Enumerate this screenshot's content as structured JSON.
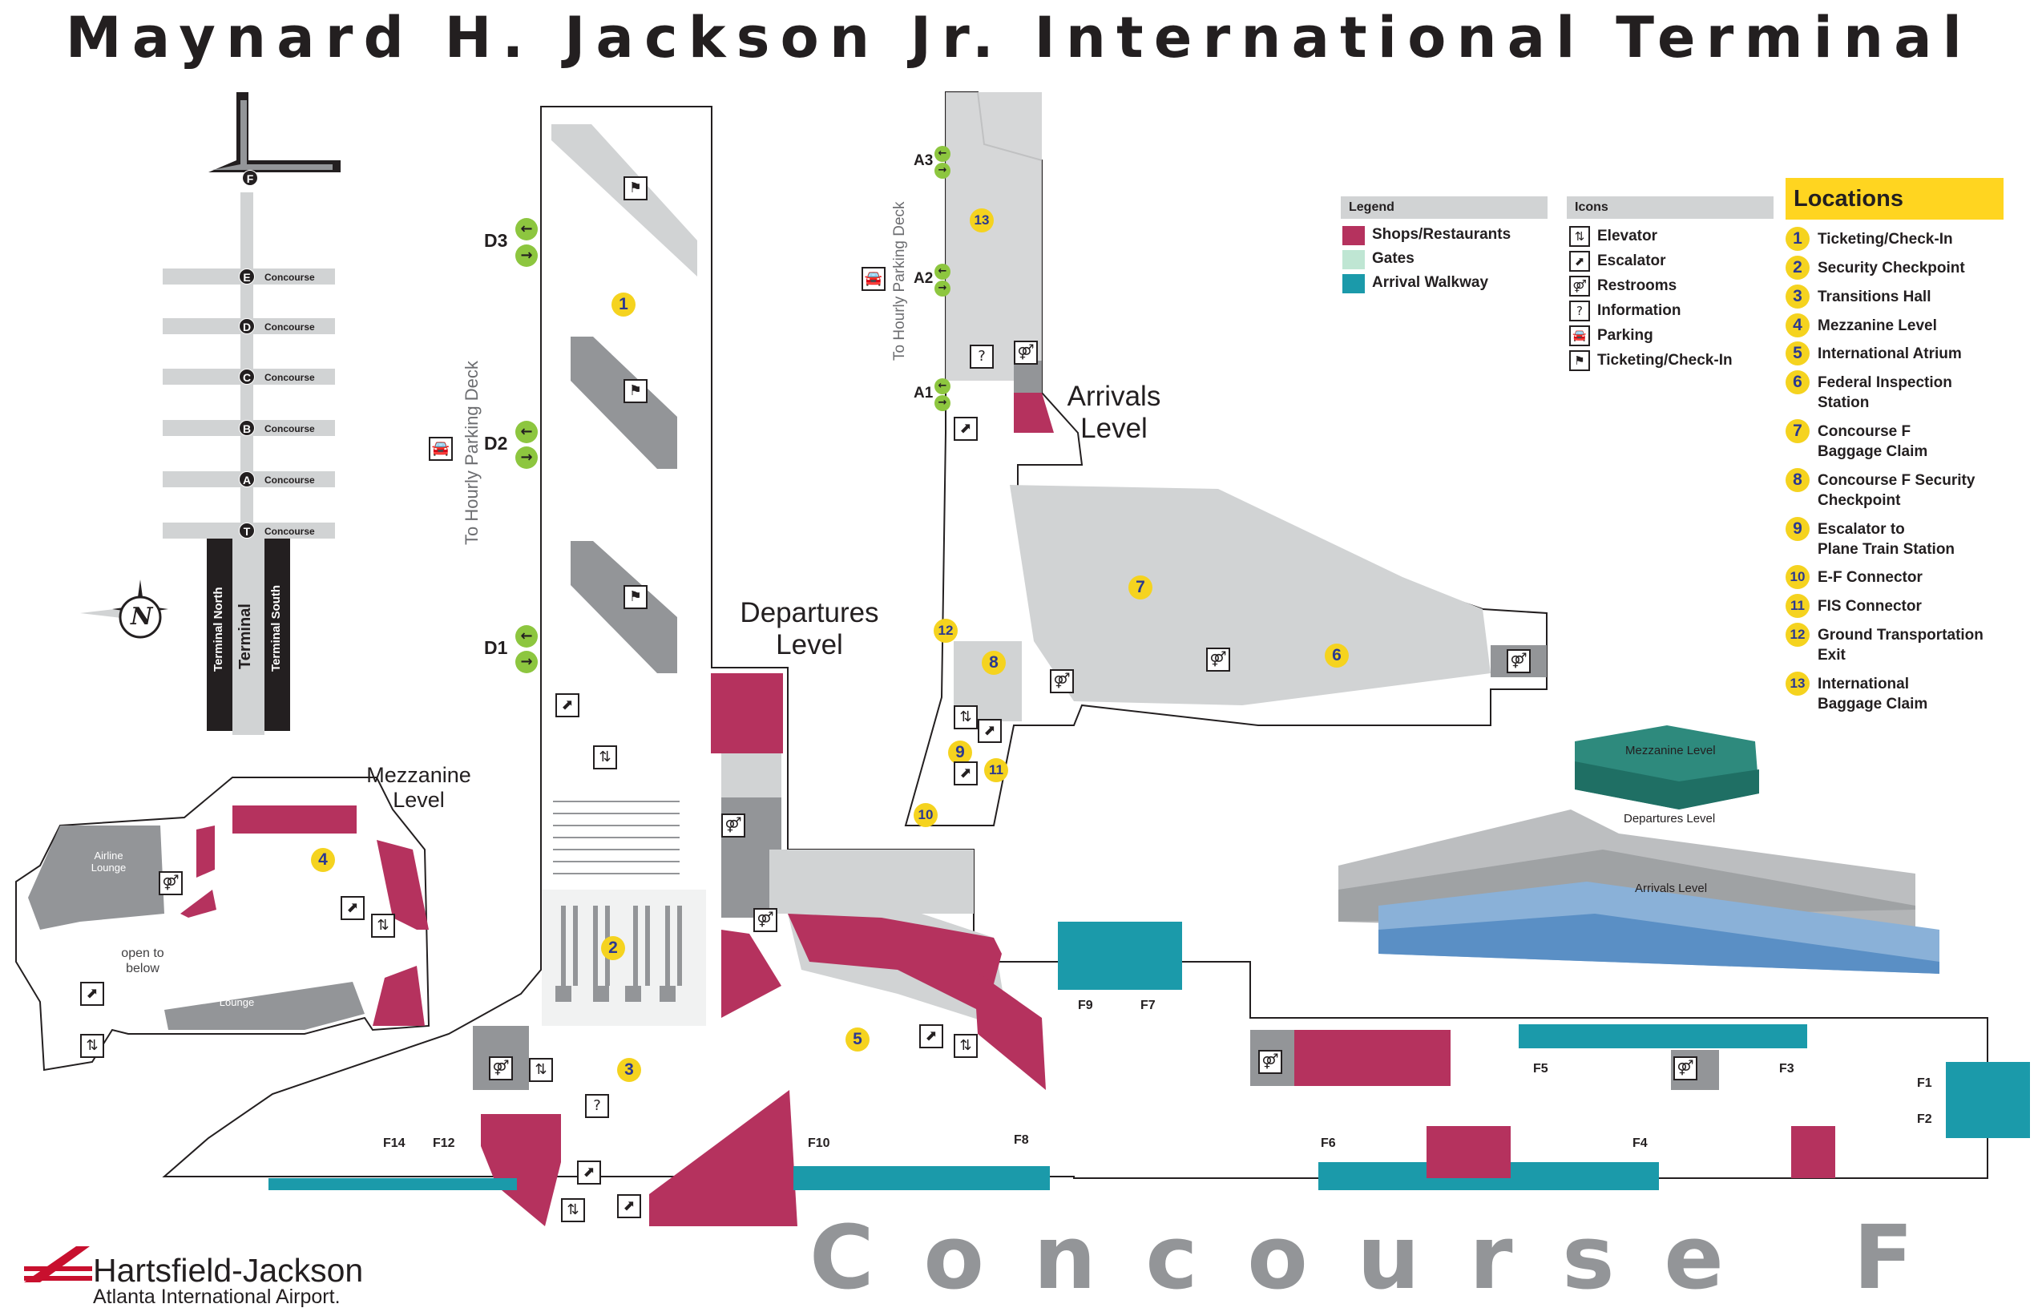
{
  "title": "Maynard H. Jackson Jr. International Terminal",
  "concourse_label": "Concourse F",
  "levels": {
    "departures": "Departures Level",
    "arrivals": "Arrivals Level",
    "mezzanine": "Mezzanine Level"
  },
  "parking_deck_label": "To Hourly Parking Deck",
  "departure_gates": [
    "D3",
    "D2",
    "D1"
  ],
  "arrival_gates": [
    "A3",
    "A2",
    "A1"
  ],
  "f_gates": [
    "F14",
    "F12",
    "F10",
    "F9",
    "F8",
    "F7",
    "F6",
    "F5",
    "F4",
    "F3",
    "F2",
    "F1"
  ],
  "mezzanine_labels": {
    "airline_lounge_1": "Airline Lounge",
    "airline_lounge_2": "Airline Lounge",
    "open_to_below": "open to below"
  },
  "overview": {
    "concourse_word": "Concourse",
    "concourses": [
      "F",
      "E",
      "D",
      "C",
      "B",
      "A",
      "T"
    ],
    "terminal": "Terminal",
    "terminal_north": "Terminal North",
    "terminal_south": "Terminal South",
    "compass": "N"
  },
  "legend": {
    "heading": "Legend",
    "items": [
      {
        "label": "Shops/Restaurants",
        "color": "#b5325e"
      },
      {
        "label": "Gates",
        "color": "#bfe6d3"
      },
      {
        "label": "Arrival Walkway",
        "color": "#1b9aaa"
      }
    ]
  },
  "icons_legend": {
    "heading": "Icons",
    "items": [
      {
        "label": "Elevator",
        "icon": "elevator-icon"
      },
      {
        "label": "Escalator",
        "icon": "escalator-icon"
      },
      {
        "label": "Restrooms",
        "icon": "restrooms-icon"
      },
      {
        "label": "Information",
        "icon": "information-icon"
      },
      {
        "label": "Parking",
        "icon": "parking-icon"
      },
      {
        "label": "Ticketing/Check-In",
        "icon": "ticketing-icon"
      }
    ]
  },
  "locations": {
    "heading": "Locations",
    "items": [
      {
        "n": "1",
        "line1": "Ticketing/Check-In",
        "line2": ""
      },
      {
        "n": "2",
        "line1": "Security Checkpoint",
        "line2": ""
      },
      {
        "n": "3",
        "line1": "Transitions Hall",
        "line2": ""
      },
      {
        "n": "4",
        "line1": "Mezzanine Level",
        "line2": ""
      },
      {
        "n": "5",
        "line1": "International Atrium",
        "line2": ""
      },
      {
        "n": "6",
        "line1": "Federal Inspection",
        "line2": "Station"
      },
      {
        "n": "7",
        "line1": "Concourse F",
        "line2": "Baggage Claim"
      },
      {
        "n": "8",
        "line1": "Concourse F Security",
        "line2": "Checkpoint"
      },
      {
        "n": "9",
        "line1": "Escalator to",
        "line2": "Plane Train Station"
      },
      {
        "n": "10",
        "line1": "E-F Connector",
        "line2": ""
      },
      {
        "n": "11",
        "line1": "FIS Connector",
        "line2": ""
      },
      {
        "n": "12",
        "line1": "Ground Transportation",
        "line2": "Exit"
      },
      {
        "n": "13",
        "line1": "International",
        "line2": "Baggage Claim"
      }
    ]
  },
  "iso_labels": [
    "Mezzanine Level",
    "Departures Level",
    "Arrivals Level"
  ],
  "logo": {
    "name": "Hartsfield-Jackson",
    "sub": "Atlanta International Airport."
  },
  "colors": {
    "shops": "#b5325e",
    "gates": "#bfe6d3",
    "walkway": "#1b9aaa",
    "floor_light": "#d1d3d4",
    "floor_dark": "#939598",
    "marker": "#f5d31f",
    "locations_header": "#ffd520",
    "green_arrow": "#8dc63f"
  }
}
